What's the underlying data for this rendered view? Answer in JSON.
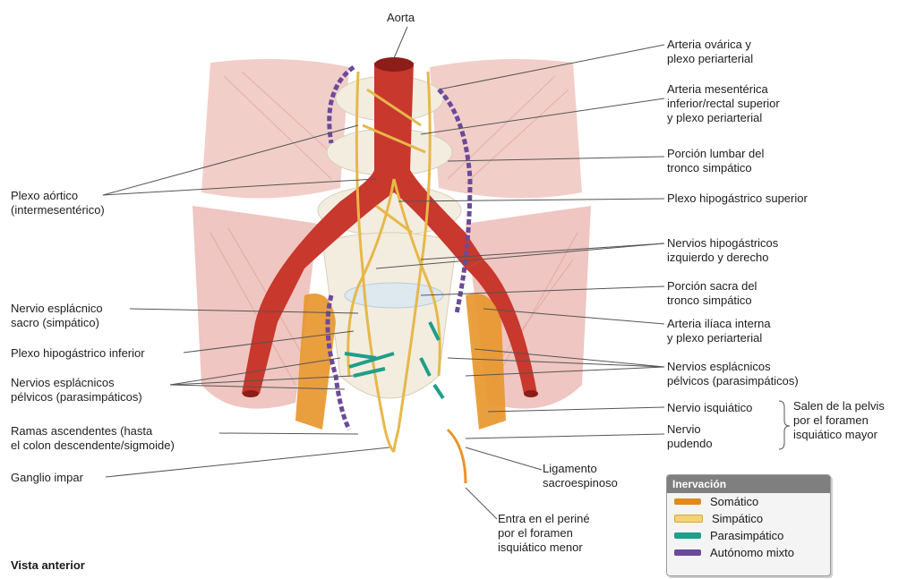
{
  "labels": {
    "aorta": "Aorta",
    "ovarica": [
      "Arteria ovárica y",
      "plexo periarterial"
    ],
    "mesenterica": [
      "Arteria mesentérica",
      "inferior/rectal superior",
      "y plexo periarterial"
    ],
    "lumbar": [
      "Porción lumbar del",
      "tronco simpático"
    ],
    "hipogastrico_sup": "Plexo hipogástrico superior",
    "hipogastricos": [
      "Nervios hipogástricos",
      "izquierdo y derecho"
    ],
    "sacra": [
      "Porción sacra del",
      "tronco simpático"
    ],
    "iliaca": [
      "Arteria ilíaca interna",
      "y plexo periarterial"
    ],
    "esplacnicos_r": [
      "Nervios esplácnicos",
      "pélvicos (parasimpáticos)"
    ],
    "isquiatico": "Nervio isquiático",
    "pudendo": [
      "Nervio",
      "pudendo"
    ],
    "brace_note": [
      "Salen de la pelvis",
      "por el foramen",
      "isquiático mayor"
    ],
    "ligamento": [
      "Ligamento",
      "sacroespinoso"
    ],
    "perine": [
      "Entra en el periné",
      "por el foramen",
      "isquiático menor"
    ],
    "aortico": [
      "Plexo aórtico",
      "(intermesentérico)"
    ],
    "esplacnico_sacro": [
      "Nervio esplácnico",
      "sacro (simpático)"
    ],
    "hipogastrico_inf": "Plexo hipogástrico inferior",
    "esplacnicos_l": [
      "Nervios esplácnicos",
      "pélvicos (parasimpáticos)"
    ],
    "ramas": [
      "Ramas ascendentes (hasta",
      "el colon descendente/sigmoide)"
    ],
    "ganglio": "Ganglio impar",
    "view": "Vista anterior"
  },
  "legend": {
    "title": "Inervación",
    "items": [
      {
        "label": "Somático",
        "color": "#e08a1e"
      },
      {
        "label": "Simpático",
        "color": "#f2d27a"
      },
      {
        "label": "Parasimpático",
        "color": "#1f9e8a"
      },
      {
        "label": "Autónomo mixto",
        "color": "#6b4a9a"
      }
    ]
  }
}
